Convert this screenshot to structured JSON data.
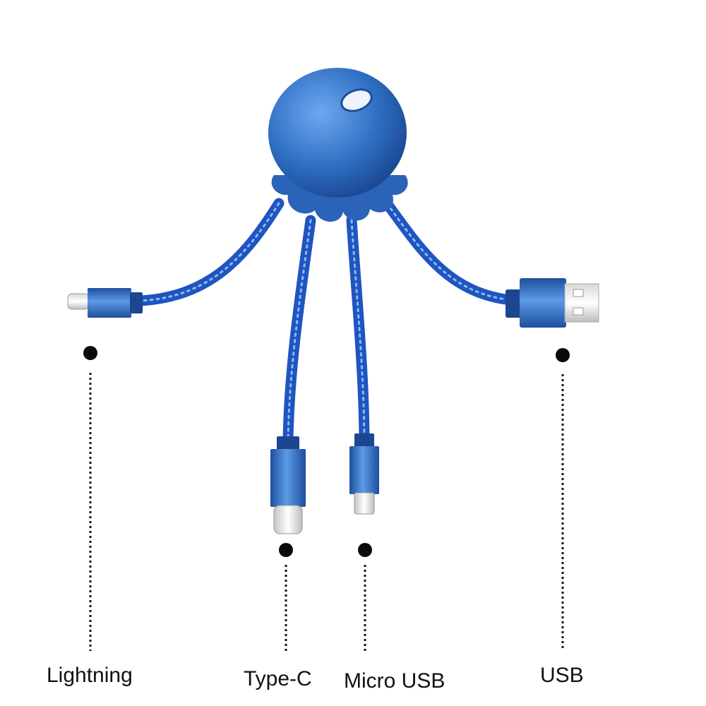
{
  "product": {
    "body_color": "#2f6fc4",
    "cable_color": "#1f55c0",
    "connector_color": "#3b7bd6"
  },
  "connectors": {
    "lightning": {
      "label": "Lightning"
    },
    "type_c": {
      "label": "Type-C"
    },
    "micro_usb": {
      "label": "Micro USB"
    },
    "usb": {
      "label": "USB"
    }
  }
}
